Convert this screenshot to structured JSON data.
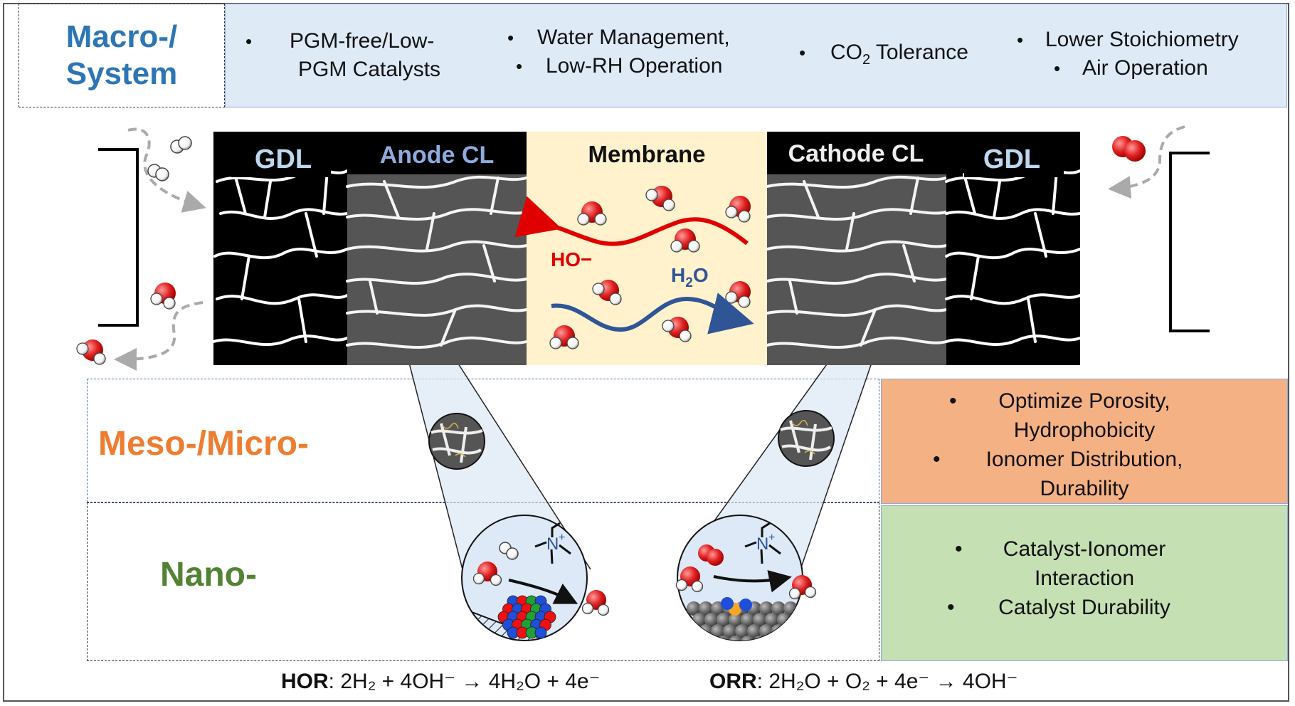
{
  "macro": {
    "title": "Macro-/\nSystem",
    "items": [
      {
        "l1": "PGM-free/Low-",
        "l2": "PGM Catalysts"
      },
      {
        "l1": "Water Management,",
        "l2": "Low-RH Operation"
      },
      {
        "l1": "CO",
        "sub": "2",
        "l1b": " Tolerance"
      },
      {
        "l1": "Lower Stoichiometry",
        "l2": "Air Operation"
      }
    ]
  },
  "layers": {
    "gdl_left": "GDL",
    "anode_cl": "Anode CL",
    "membrane": "Membrane",
    "cathode_cl": "Cathode CL",
    "gdl_right": "GDL",
    "ion_label": "HO−",
    "water_label": "H",
    "water_sub": "2",
    "water_label_b": "O"
  },
  "meso": {
    "title": "Meso-/Micro-",
    "lines": [
      "Optimize Porosity,",
      "Hydrophobicity",
      "Ionomer Distribution,",
      "Durability"
    ]
  },
  "nano": {
    "title": "Nano-",
    "lines": [
      "Catalyst-Ionomer",
      "Interaction",
      "Catalyst Durability"
    ],
    "cation": "N",
    "cation_charge": "+"
  },
  "equations": {
    "hor_label": "HOR",
    "hor_text": ": 2H₂ + 4OH⁻ → 4H₂O + 4e⁻",
    "orr_label": "ORR",
    "orr_text": ": 2H₂O + O₂ + 4e⁻ → 4OH⁻"
  },
  "colors": {
    "blue_title": "#2e75b6",
    "orange": "#ed7d31",
    "green": "#548235",
    "ion_red": "#e00000",
    "water_blue": "#2f5597"
  }
}
